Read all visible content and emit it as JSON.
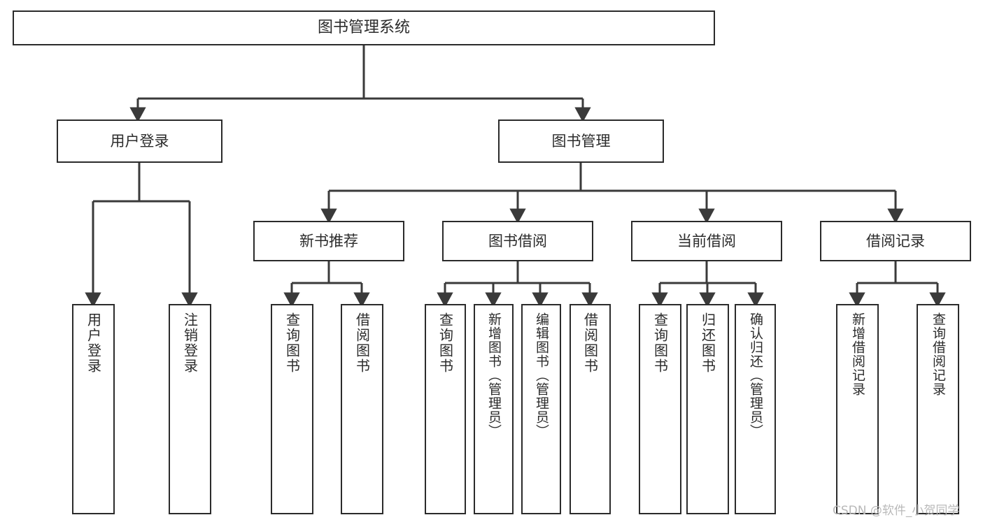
{
  "diagram": {
    "type": "tree-hierarchy",
    "title": "图书管理系统",
    "watermark": "CSDN @软件_小贺同学",
    "colors": {
      "box_border": "#2b2b2b",
      "box_fill": "#ffffff",
      "edge": "#3a3a3a",
      "text": "#2b2b2b",
      "watermark": "#b9b9b9",
      "background": "#ffffff"
    },
    "levels": {
      "level_1": "系统根节点",
      "level_2": "一级功能模块",
      "level_3": "二级功能模块",
      "level_4": "具体功能操作"
    },
    "nodes": {
      "root": {
        "label": "图书管理系统"
      },
      "l2": [
        {
          "label": "用户登录"
        },
        {
          "label": "图书管理"
        }
      ],
      "l3": [
        {
          "label": "新书推荐"
        },
        {
          "label": "图书借阅"
        },
        {
          "label": "当前借阅"
        },
        {
          "label": "借阅记录"
        }
      ],
      "leaves": [
        {
          "label": "用户登录",
          "parent": "用户登录"
        },
        {
          "label": "注销登录",
          "parent": "用户登录"
        },
        {
          "label": "查询图书",
          "parent": "新书推荐"
        },
        {
          "label": "借阅图书",
          "parent": "新书推荐"
        },
        {
          "label": "查询图书",
          "parent": "图书借阅"
        },
        {
          "label": "新增图书（管理员）",
          "parent": "图书借阅"
        },
        {
          "label": "编辑图书（管理员）",
          "parent": "图书借阅"
        },
        {
          "label": "借阅图书",
          "parent": "图书借阅"
        },
        {
          "label": "查询图书",
          "parent": "当前借阅"
        },
        {
          "label": "归还图书",
          "parent": "当前借阅"
        },
        {
          "label": "确认归还（管理员）",
          "parent": "当前借阅"
        },
        {
          "label": "新增借阅记录",
          "parent": "借阅记录"
        },
        {
          "label": "查询借阅记录",
          "parent": "借阅记录"
        }
      ]
    }
  }
}
